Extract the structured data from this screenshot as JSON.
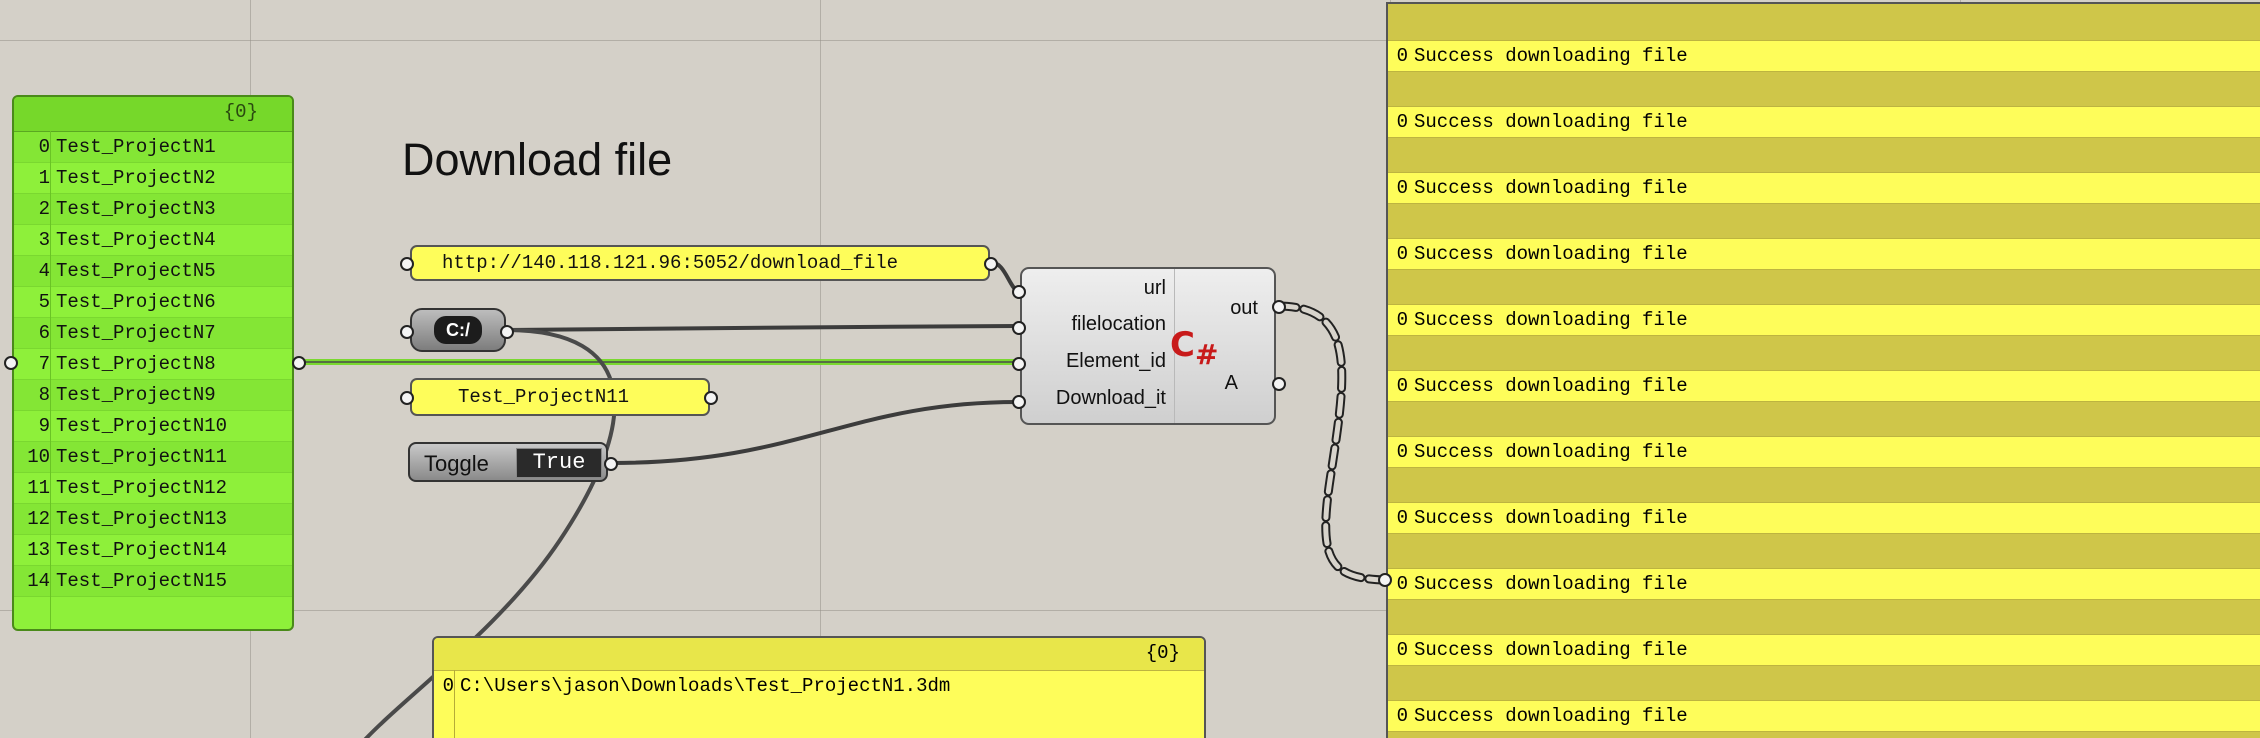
{
  "title": "Download file",
  "project_list": {
    "path": "{0}",
    "items": [
      {
        "index": "0",
        "value": "Test_ProjectN1"
      },
      {
        "index": "1",
        "value": "Test_ProjectN2"
      },
      {
        "index": "2",
        "value": "Test_ProjectN3"
      },
      {
        "index": "3",
        "value": "Test_ProjectN4"
      },
      {
        "index": "4",
        "value": "Test_ProjectN5"
      },
      {
        "index": "5",
        "value": "Test_ProjectN6"
      },
      {
        "index": "6",
        "value": "Test_ProjectN7"
      },
      {
        "index": "7",
        "value": "Test_ProjectN8"
      },
      {
        "index": "8",
        "value": "Test_ProjectN9"
      },
      {
        "index": "9",
        "value": "Test_ProjectN10"
      },
      {
        "index": "10",
        "value": "Test_ProjectN11"
      },
      {
        "index": "11",
        "value": "Test_ProjectN12"
      },
      {
        "index": "12",
        "value": "Test_ProjectN13"
      },
      {
        "index": "13",
        "value": "Test_ProjectN14"
      },
      {
        "index": "14",
        "value": "Test_ProjectN15"
      }
    ]
  },
  "url_panel": {
    "value": "http://140.118.121.96:5052/download_file"
  },
  "path_param": {
    "label": "C:/"
  },
  "element_panel": {
    "value": "Test_ProjectN11"
  },
  "toggle": {
    "label": "Toggle",
    "value": "True"
  },
  "cs_component": {
    "inputs": [
      "url",
      "filelocation",
      "Element_id",
      "Download_it"
    ],
    "outputs": [
      "out",
      "A"
    ],
    "icon_text": "C",
    "icon_sub": "#"
  },
  "results": {
    "rows": [
      {
        "index": "0",
        "value": "Success downloading file"
      },
      {
        "index": "0",
        "value": "Success downloading file"
      },
      {
        "index": "0",
        "value": "Success downloading file"
      },
      {
        "index": "0",
        "value": "Success downloading file"
      },
      {
        "index": "0",
        "value": "Success downloading file"
      },
      {
        "index": "0",
        "value": "Success downloading file"
      },
      {
        "index": "0",
        "value": "Success downloading file"
      },
      {
        "index": "0",
        "value": "Success downloading file"
      },
      {
        "index": "0",
        "value": "Success downloading file"
      },
      {
        "index": "0",
        "value": "Success downloading file"
      },
      {
        "index": "0",
        "value": "Success downloading file"
      }
    ]
  },
  "path_output": {
    "path": "{0}",
    "items": [
      {
        "index": "0",
        "value": "C:\\Users\\jason\\Downloads\\Test_ProjectN1.3dm"
      }
    ]
  },
  "colors": {
    "canvas": "#d4d0c8",
    "list_green": "#8ef03a",
    "panel_yellow": "#fefd5a",
    "result_band": "#cfc649",
    "cs_icon": "#c81a1a"
  }
}
